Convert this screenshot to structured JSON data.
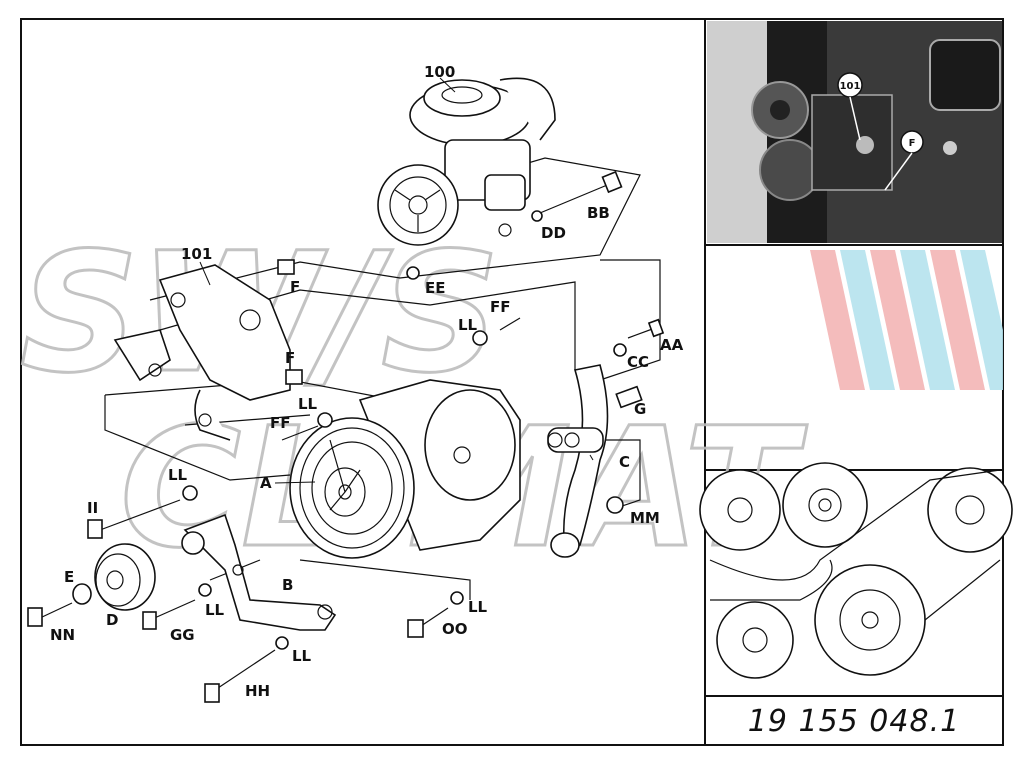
{
  "labels": {
    "p100": "100",
    "p101": "101",
    "BB": "BB",
    "DD": "DD",
    "EE": "EE",
    "F_top": "F",
    "F_mid": "F",
    "LL_1": "LL",
    "FF_1": "FF",
    "AA": "AA",
    "CC": "CC",
    "G": "G",
    "LL_2": "LL",
    "FF_2": "FF",
    "C": "C",
    "A": "A",
    "LL_3": "LL",
    "II": "II",
    "MM": "MM",
    "E": "E",
    "B": "B",
    "D": "D",
    "NN": "NN",
    "GG": "GG",
    "LL_4": "LL",
    "LL_5": "LL",
    "OO": "OO",
    "LL_6": "LL",
    "HH": "HH"
  },
  "photo_labels": {
    "p101": "101",
    "F": "F"
  },
  "part_number": "19 155 048.1",
  "watermark": "SW/S CLIMAT",
  "colors": {
    "ink": "#111111",
    "paper": "#ffffff",
    "watermark_red": "#f3b5b5",
    "watermark_blue": "#b5e3ee"
  }
}
